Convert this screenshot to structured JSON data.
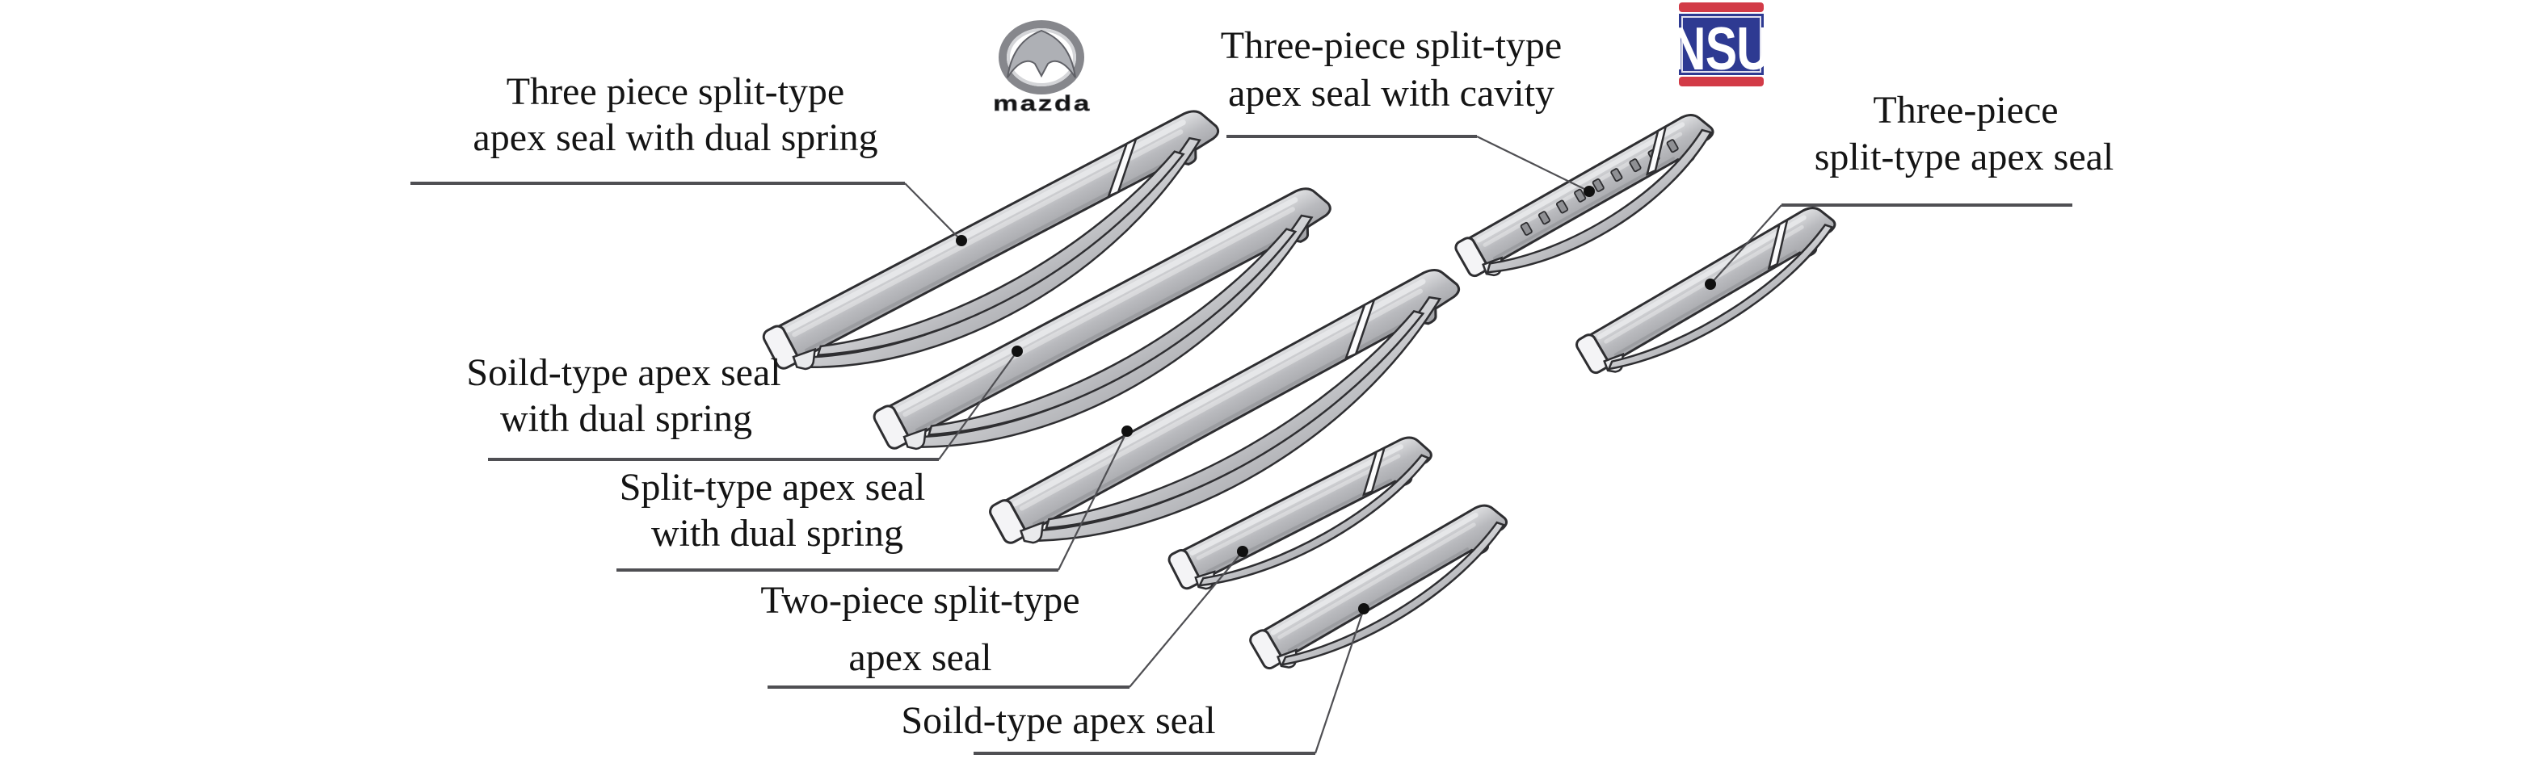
{
  "diagram": {
    "labels": {
      "three_piece_dual": {
        "line1": "Three piece split-type",
        "line2": "apex seal with dual spring"
      },
      "solid_dual": {
        "line1": "Soild-type apex seal",
        "line2": "with dual spring"
      },
      "split_dual": {
        "line1": "Split-type apex seal",
        "line2": "with dual spring"
      },
      "three_piece_cavity": {
        "line1": "Three-piece split-type",
        "line2": "apex seal with cavity"
      },
      "three_piece": {
        "line1": "Three-piece",
        "line2": "split-type apex seal"
      },
      "two_piece": {
        "line1": "Two-piece split-type",
        "line2": "apex seal"
      },
      "solid": {
        "line1": "Soild-type apex seal"
      }
    },
    "logos": {
      "mazda": {
        "wordmark": "mazda"
      },
      "nsu": {
        "text": "NSU"
      }
    },
    "colors": {
      "seal_body": "#b7b8bc",
      "seal_highlight": "#e4e5e7",
      "seal_cap": "#f4f4f6",
      "outline": "#2e2e31",
      "spring": "#c9cacd",
      "text": "#141414",
      "line": "#4f4f53",
      "nsu_red": "#d23b47",
      "nsu_blue": "#2e3a92",
      "mazda_silver": "#a3a4aa"
    }
  }
}
